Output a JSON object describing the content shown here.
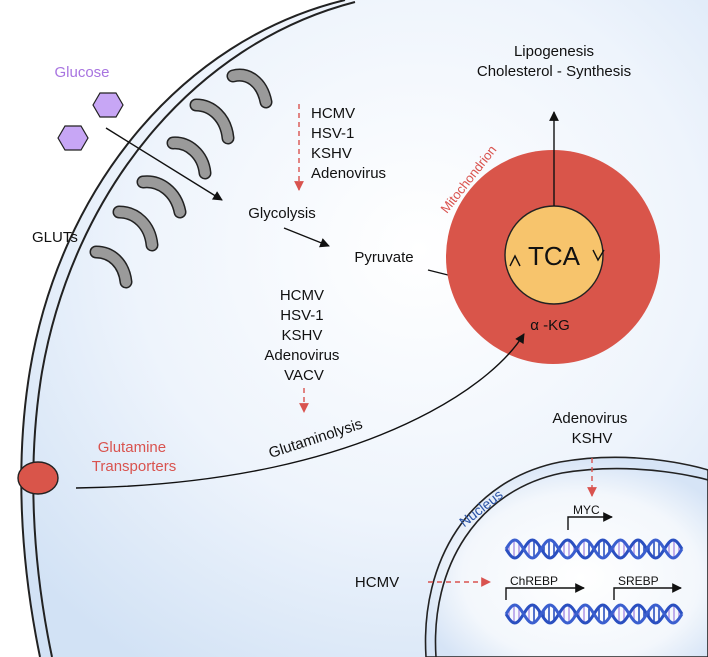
{
  "labels": {
    "glucose": "Glucose",
    "gluts": "GLUTs",
    "glycolysis": "Glycolysis",
    "pyruvate": "Pyruvate",
    "tca": "TCA",
    "akg": "α -KG",
    "mitochondrion": "Mitochondrion",
    "lipogenesis": "Lipogenesis",
    "cholesterol": "Cholesterol - Synthesis",
    "glutaminolysis": "Glutaminolysis",
    "glutamine_line1": "Glutamine",
    "glutamine_line2": "Transporters",
    "nucleus": "Nucleus",
    "myc": "MYC",
    "chrebp": "ChREBP",
    "srebp": "SREBP",
    "hcmv_nucleus": "HCMV"
  },
  "virus_groups": {
    "glycolysis": [
      "HCMV",
      "HSV-1",
      "KSHV",
      "Adenovirus"
    ],
    "glutaminolysis": [
      "HCMV",
      "HSV-1",
      "KSHV",
      "Adenovirus",
      "VACV"
    ],
    "nucleus": [
      "Adenovirus",
      "KSHV"
    ]
  },
  "colors": {
    "cytoplasm": "#dce8f7",
    "membrane": "#222222",
    "glut": "#9a9a9a",
    "glucose": "#c7a6f5",
    "glucose_label": "#a874e0",
    "mitochondrion": "#d9554a",
    "tca": "#f7c46c",
    "red_text": "#d9534f",
    "nucleus_text": "#2c55a8",
    "dna_dark": "#2a4fc0",
    "dna_light": "#b39ce8"
  }
}
